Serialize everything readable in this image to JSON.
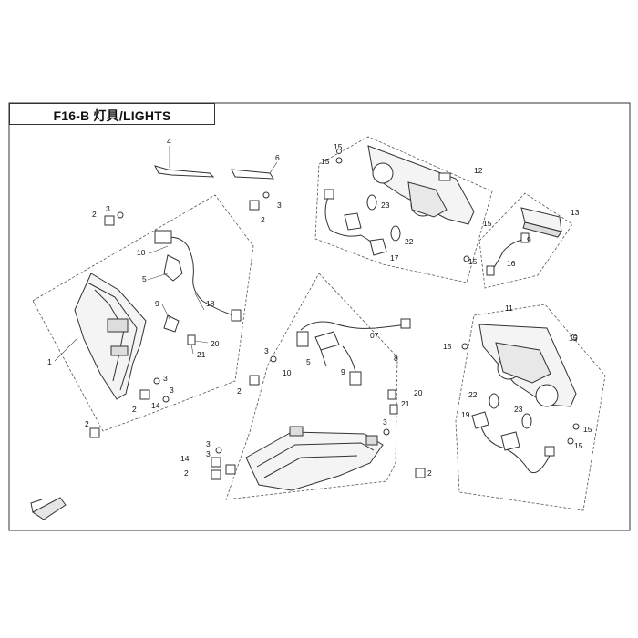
{
  "title": "F16-B 灯具/LIGHTS",
  "colors": {
    "line": "#333333",
    "part": "#555555",
    "fill": "#f2f2f2"
  },
  "callouts": {
    "c4": "4",
    "c6": "6",
    "c15a": "15",
    "c15b": "15",
    "c12": "12",
    "c23a": "23",
    "c22a": "22",
    "c17": "17",
    "c15c": "15",
    "c15d": "15",
    "c13": "13",
    "c9a": "9",
    "c16": "16",
    "c2a": "2",
    "c3a": "3",
    "c3b": "3",
    "c2b": "2",
    "c10a": "10",
    "c5a": "5",
    "c18": "18",
    "c9b": "9",
    "c20a": "20",
    "c21a": "21",
    "c1": "1",
    "c3c": "3",
    "c3d": "3",
    "c2c": "2",
    "c14a": "14",
    "c2d": "2",
    "c11": "11",
    "c15e": "15",
    "c15f": "15",
    "c22b": "22",
    "c23b": "23",
    "c19": "19",
    "c15g": "15",
    "c15h": "15",
    "c07": "07",
    "c10b": "10",
    "c5b": "5",
    "c9c": "9",
    "c8": "8",
    "c3e": "3",
    "c2e": "2",
    "c20b": "20",
    "c21b": "21",
    "c3f": "3",
    "c3g": "3",
    "c14b": "14",
    "c2f": "2",
    "c2g": "2",
    "c3h": "3"
  }
}
